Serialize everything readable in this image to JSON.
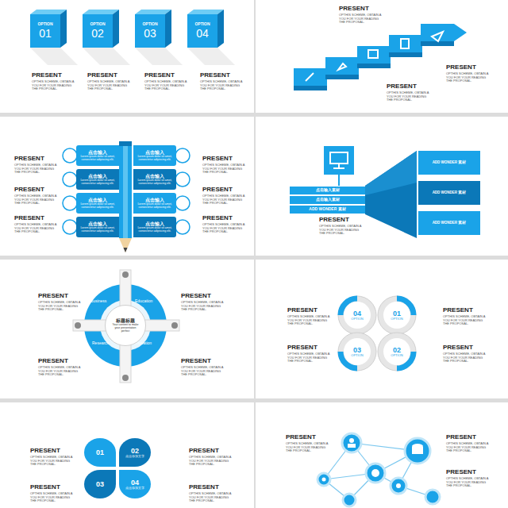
{
  "diagram": {
    "nodes": [
      {
        "text": [
          "OPTION",
          "01"
        ]
      },
      {
        "text": [
          "OPTION",
          "02"
        ]
      },
      {
        "text": [
          "OPTION",
          "03"
        ]
      },
      {
        "text": [
          "OPTION",
          "04"
        ]
      },
      {
        "text": [
          "点击输入",
          "Lorem ipsum dolor sit amet, consectetur adipiscing elit."
        ]
      },
      {
        "text": [
          "点击输入",
          "Lorem ipsum dolor sit amet, consectetur adipiscing elit."
        ]
      },
      {
        "text": [
          "点击输入",
          "Lorem ipsum dolor sit amet, consectetur adipiscing elit."
        ]
      },
      {
        "text": [
          "点击输入",
          "Lorem ipsum dolor sit amet, consectetur adipiscing elit."
        ]
      },
      {
        "text": [
          "点击输入",
          "Lorem ipsum dolor sit amet, consectetur adipiscing elit."
        ]
      },
      {
        "text": [
          "点击输入",
          "Lorem ipsum dolor sit amet, consectetur adipiscing elit."
        ]
      },
      {
        "text": [
          "点击输入",
          "Lorem ipsum dolor sit amet, consectetur adipiscing elit."
        ]
      },
      {
        "text": [
          "点击输入",
          "Lorem ipsum dolor sit amet, consectetur adipiscing elit."
        ]
      },
      {
        "text": [
          "点击输入素材"
        ]
      },
      {
        "text": [
          "点击输入素材"
        ]
      },
      {
        "text": [
          "ADD WONDER 素材"
        ]
      },
      {
        "text": [
          "ADD WONDER 素材"
        ]
      },
      {
        "text": [
          "ADD WONDER 素材"
        ]
      },
      {
        "text": [
          "ADD WONDER 素材"
        ]
      },
      {
        "text": [
          "标题标题",
          "Your content to make your presentation perfect"
        ]
      },
      {
        "text": [
          "04",
          "OPTION"
        ]
      },
      {
        "text": [
          "01",
          "OPTION"
        ]
      },
      {
        "text": [
          "03",
          "OPTION"
        ]
      },
      {
        "text": [
          "02",
          "OPTION"
        ]
      },
      {
        "text": [
          "01"
        ]
      },
      {
        "text": [
          "02",
          "点击添加文字"
        ]
      },
      {
        "text": [
          "03"
        ]
      },
      {
        "text": [
          "04",
          "点击添加文字"
        ]
      }
    ],
    "labels": [
      "PRESENT",
      "OPTHIS SCHEME, OBTAIN A YOU FOR YOUR READING THE PROPOSAL.",
      "PRESENT",
      "OPTHIS SCHEME, OBTAIN A YOU FOR YOUR READING THE PROPOSAL.",
      "PRESENT",
      "OPTHIS SCHEME, OBTAIN A YOU FOR YOUR READING THE PROPOSAL.",
      "PRESENT",
      "OPTHIS SCHEME, OBTAIN A YOU FOR YOUR READING THE PROPOSAL.",
      "PRESENT",
      "OPTHIS SCHEME, OBTAIN A YOU FOR YOUR READING THE PROPOSAL.",
      "PRESENT",
      "OPTHIS SCHEME, OBTAIN A YOU FOR YOUR READING THE PROPOSAL.",
      "PRESENT",
      "OPTHIS SCHEME, OBTAIN A YOU FOR YOUR READING THE PROPOSAL.",
      "PRESENT",
      "OPTHIS SCHEME, OBTAIN A YOU FOR YOUR READING THE PROPOSAL.",
      "PRESENT",
      "OPTHIS SCHEME, OBTAIN A YOU FOR YOUR READING THE PROPOSAL.",
      "PRESENT",
      "OPTHIS SCHEME, OBTAIN A YOU FOR YOUR READING THE PROPOSAL.",
      "PRESENT",
      "OPTHIS SCHEME, OBTAIN A YOU FOR YOUR READING THE PROPOSAL.",
      "PRESENT",
      "OPTHIS SCHEME, OBTAIN A YOU FOR YOUR READING THE PROPOSAL.",
      "PRESENT",
      "OPTHIS SCHEME, OBTAIN A YOU FOR YOUR READING THE PROPOSAL.",
      "PRESENT",
      "OPTHIS SCHEME, OBTAIN A YOU FOR YOUR READING THE PROPOSAL.",
      "PRESENT",
      "OPTHIS SCHEME, OBTAIN A YOU FOR YOUR READING THE PROPOSAL.",
      "PRESENT",
      "OPTHIS SCHEME, OBTAIN A YOU FOR YOUR READING THE PROPOSAL.",
      "PRESENT",
      "OPTHIS SCHEME, OBTAIN A YOU FOR YOUR READING THE PROPOSAL.",
      "PRESENT",
      "OPTHIS SCHEME, OBTAIN A YOU FOR YOUR READING THE PROPOSAL.",
      "PRESENT",
      "OPTHIS SCHEME, OBTAIN A YOU FOR YOUR READING THE PROPOSAL.",
      "PRESENT",
      "OPTHIS SCHEME, OBTAIN A YOU FOR YOUR READING THE PROPOSAL.",
      "PRESENT",
      "OPTHIS SCHEME, OBTAIN A YOU FOR YOUR READING THE PROPOSAL.",
      "PRESENT",
      "OPTHIS SCHEME, OBTAIN A YOU FOR YOUR READING THE PROPOSAL.",
      "PRESENT",
      "OPTHIS SCHEME, OBTAIN A YOU FOR YOUR READING THE PROPOSAL.",
      "PRESENT",
      "OPTHIS SCHEME, OBTAIN A YOU FOR YOUR READING THE PROPOSAL.",
      "PRESENT",
      "OPTHIS SCHEME, OBTAIN A YOU FOR YOUR READING THE PROPOSAL.",
      "PRESENT",
      "OPTHIS SCHEME, OBTAIN A YOU FOR YOUR READING THE PROPOSAL.",
      "PRESENT",
      "OPTHIS SCHEME, OBTAIN A YOU FOR YOUR READING THE PROPOSAL.",
      "PRESENT",
      "OPTHIS SCHEME, OBTAIN A YOU FOR YOUR READING THE PROPOSAL.",
      "PRESENT",
      "OPTHIS SCHEME, OBTAIN A YOU FOR YOUR READING THE PROPOSAL.",
      "Business",
      "Education",
      "Research",
      "Innovation"
    ]
  }
}
